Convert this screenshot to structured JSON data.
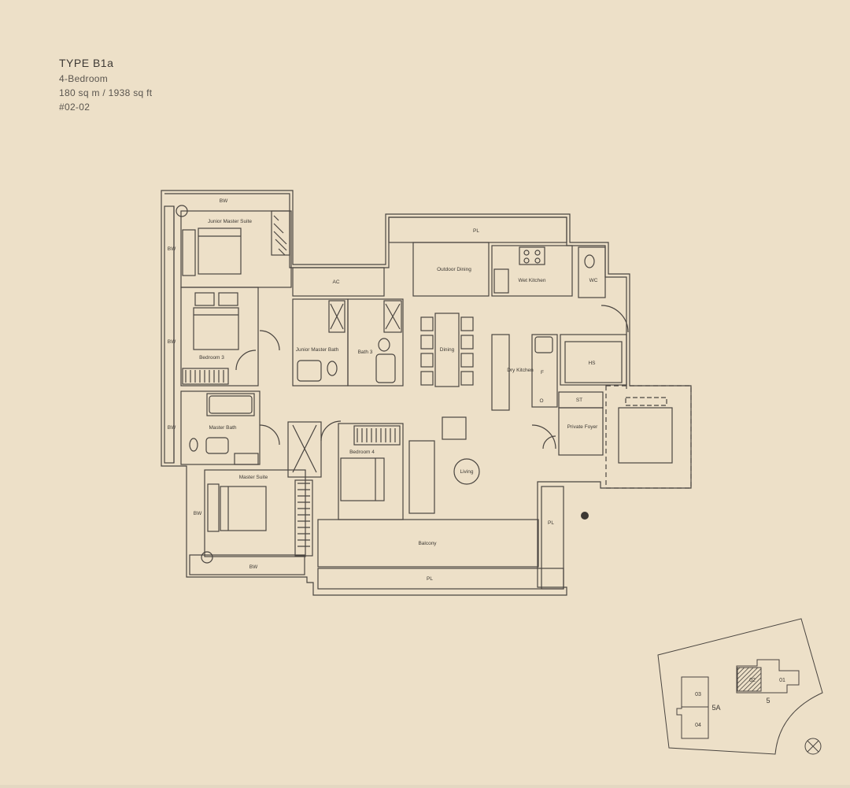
{
  "unit": {
    "type": "TYPE B1a",
    "bedrooms": "4-Bedroom",
    "area": "180 sq m / 1938 sq ft",
    "unit_no": "#02-02"
  },
  "rooms": {
    "bw1": "BW",
    "junior_master_suite": "Junior Master Suite",
    "bw_left1": "BW",
    "ac": "AC",
    "pl_top": "PL",
    "outdoor_dining": "Outdoor Dining",
    "wet_kitchen": "Wet Kitchen",
    "wc": "WC",
    "bw_left2": "BW",
    "bedroom3": "Bedroom 3",
    "junior_master_bath": "Junior Master Bath",
    "bath3": "Bath 3",
    "dining": "Dining",
    "dry_kitchen": "Dry Kitchen",
    "hs": "HS",
    "fridge": "F",
    "oven": "O",
    "st": "ST",
    "bw_left3": "BW",
    "master_bath": "Master Bath",
    "private_foyer": "Private Foyer",
    "bedroom4": "Bedroom 4",
    "living": "Living",
    "master_suite": "Master Suite",
    "bw_left4": "BW",
    "pl_right": "PL",
    "balcony": "Balcony",
    "bw_bottom": "BW",
    "pl_bottom": "PL"
  },
  "key_plan": {
    "b01": "01",
    "b02": "02",
    "b5": "5",
    "b03": "03",
    "b04": "04",
    "b5a": "5A"
  },
  "colors": {
    "background": "#ede0c8",
    "line": "#4a4540",
    "highlight": "#3d3934"
  }
}
